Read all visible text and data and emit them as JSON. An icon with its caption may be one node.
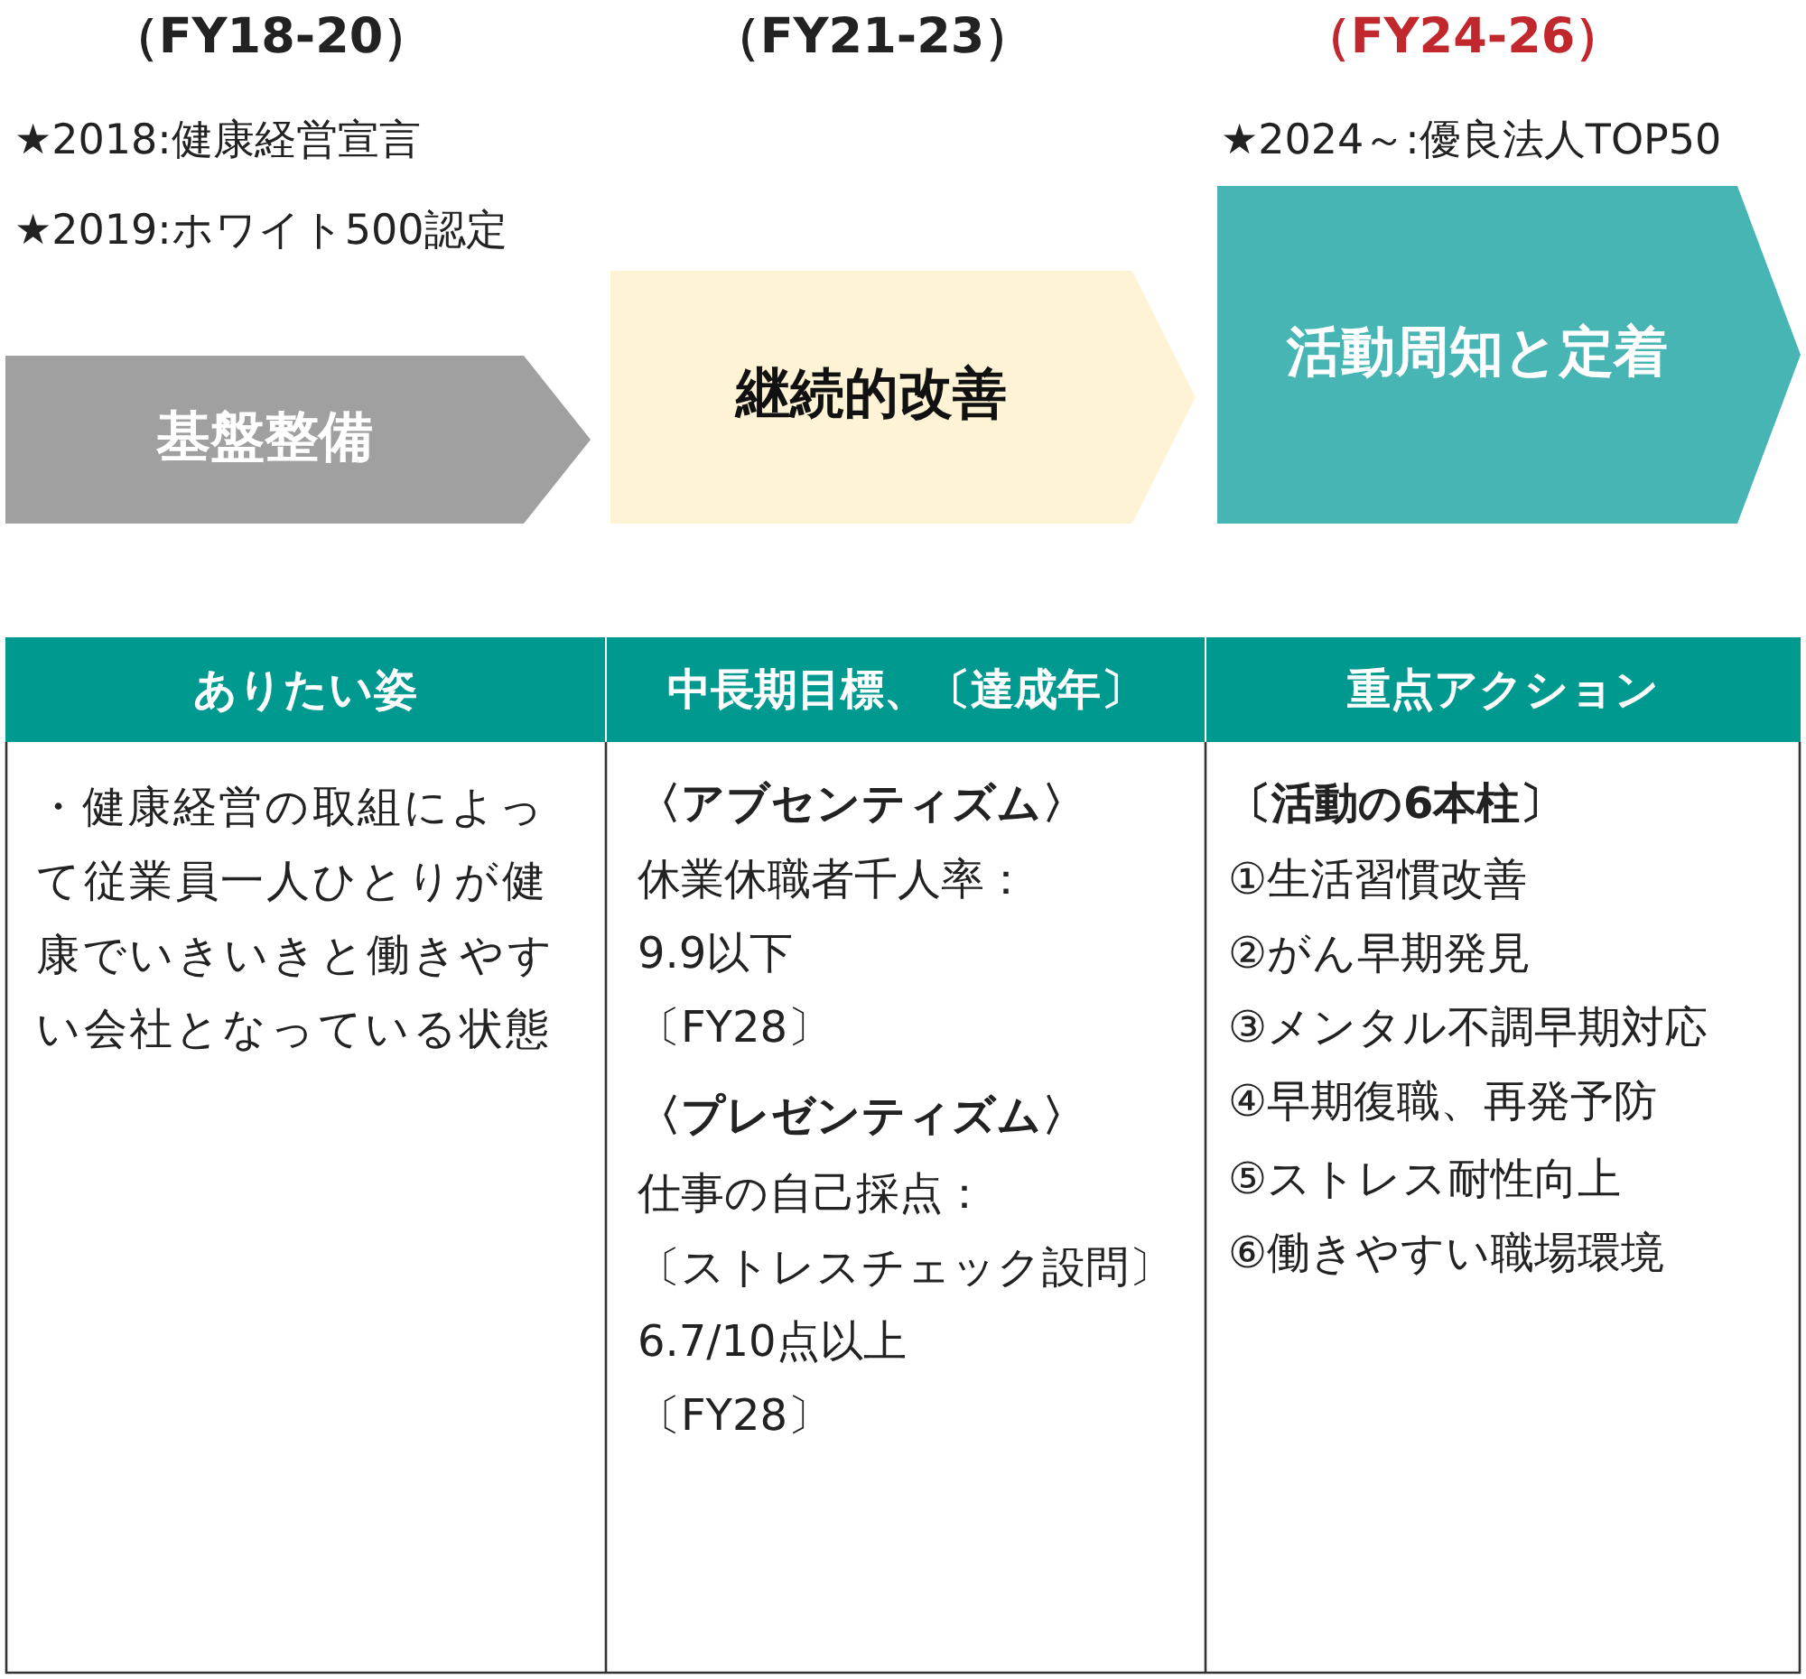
{
  "diagram": {
    "nodes": [
      {
        "text": [
          "基盤整備"
        ]
      },
      {
        "text": [
          "継続的改善"
        ]
      },
      {
        "text": [
          "活動周知と定着"
        ]
      }
    ],
    "labels": [
      "（FY18-20）",
      "（FY21-23）",
      "（FY24-26）",
      "★2018:健康経営宣言",
      "★2024～:優良法人TOP50",
      "★2019:ホワイト500認定",
      "ありたい姿",
      "中長期目標、〔達成年〕",
      "重点アクション",
      "・健康経営の取組によって従業員一人ひとりが健康でいきいきと働きやすい会社となっている状態",
      "〈アブセンティズム〉",
      "休業休職者千人率：",
      "9.9以下",
      "〔FY28〕",
      "〈プレゼンティズム〉",
      "仕事の自己採点：",
      "〔ストレスチェック設問〕",
      "6.7/10点以上",
      "〔FY28〕",
      "〔活動の6本柱〕",
      "①生活習慣改善",
      "②がん早期発見",
      "③メンタル不調早期対応",
      "④早期復職、再発予防",
      "⑤ストレス耐性向上",
      "⑥働きやすい職場環境"
    ]
  }
}
